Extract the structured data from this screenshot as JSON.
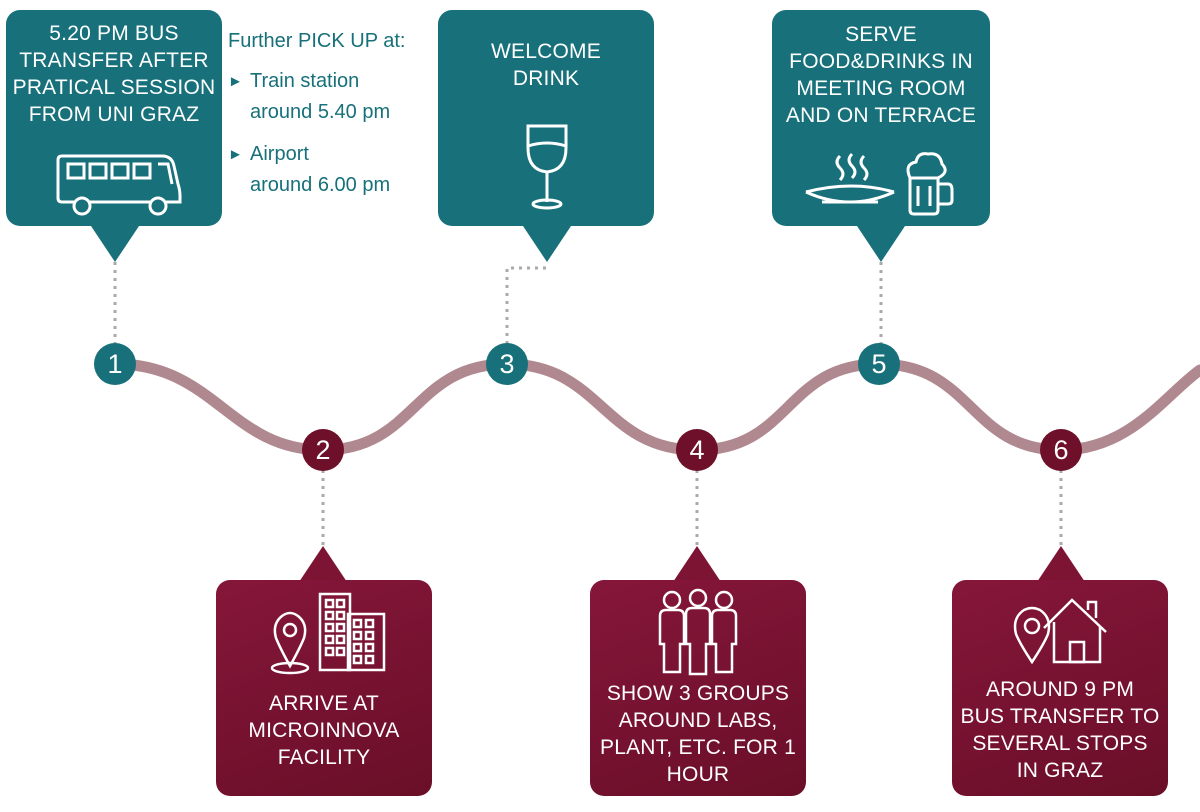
{
  "pickup": {
    "heading": "Further PICK UP at:",
    "stops": [
      {
        "arrow": "►",
        "name": "Train station",
        "time": "around 5.40 pm"
      },
      {
        "arrow": "►",
        "name": "Airport",
        "time": "around 6.00 pm"
      }
    ]
  },
  "steps": [
    {
      "number": "1",
      "lines": [
        "5.20 PM BUS",
        "TRANSFER AFTER",
        "PRATICAL SESSION",
        "FROM UNI GRAZ"
      ],
      "icon": "bus-icon"
    },
    {
      "number": "2",
      "lines": [
        "ARRIVE AT",
        "MICROINNOVA",
        "FACILITY"
      ],
      "icon": "location-buildings-icon"
    },
    {
      "number": "3",
      "lines": [
        "WELCOME",
        "DRINK"
      ],
      "icon": "wine-glass-icon"
    },
    {
      "number": "4",
      "lines": [
        "SHOW 3 GROUPS",
        "AROUND LABS,",
        "PLANT, ETC. FOR 1",
        "HOUR"
      ],
      "icon": "group-people-icon"
    },
    {
      "number": "5",
      "lines": [
        "SERVE",
        "FOOD&DRINKS IN",
        "MEETING ROOM",
        "AND ON TERRACE"
      ],
      "icon": "food-beer-icon"
    },
    {
      "number": "6",
      "lines": [
        "AROUND 9 PM",
        "BUS TRANSFER TO",
        "SEVERAL STOPS",
        "IN GRAZ"
      ],
      "icon": "location-home-icon"
    }
  ],
  "colors": {
    "teal": "#17707a",
    "wine": "#7a1430",
    "path": "#b08890",
    "connector": "#aaaaaa"
  }
}
